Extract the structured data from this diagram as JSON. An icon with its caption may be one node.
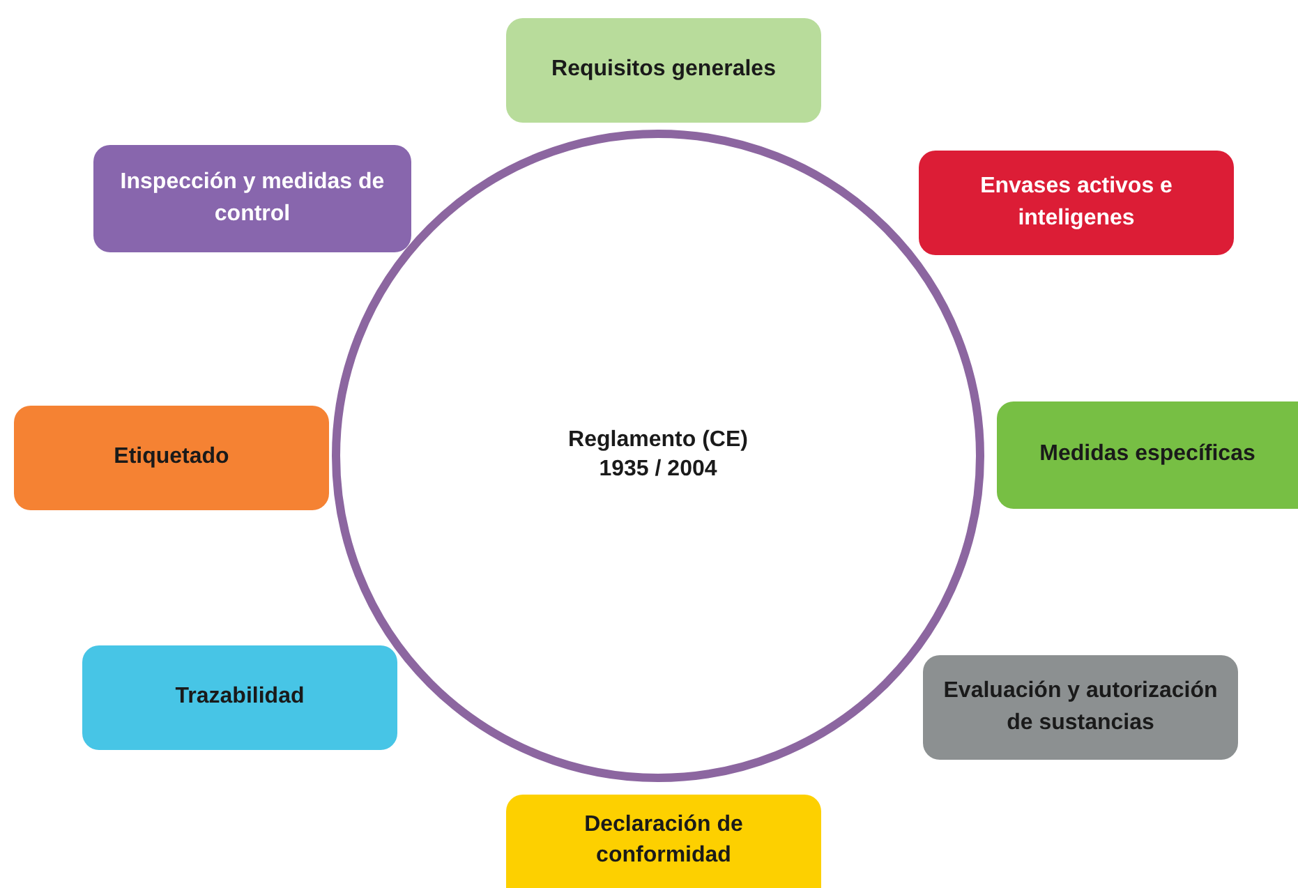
{
  "diagram": {
    "nodes": [
      {
        "text": [
          "Requisitos generales"
        ]
      },
      {
        "text": [
          "Inspección y medidas de control"
        ]
      },
      {
        "text": [
          "Envases activos e inteligenes"
        ]
      },
      {
        "text": [
          "Etiquetado"
        ]
      },
      {
        "text": [
          "Reglamento (CE) 1935 / 2004"
        ]
      },
      {
        "text": [
          "Medidas específicas"
        ]
      },
      {
        "text": [
          "Trazabilidad"
        ]
      },
      {
        "text": [
          "Evaluación y autorización de sustancias"
        ]
      },
      {
        "text": [
          "Declaración de conformidad"
        ]
      }
    ]
  }
}
